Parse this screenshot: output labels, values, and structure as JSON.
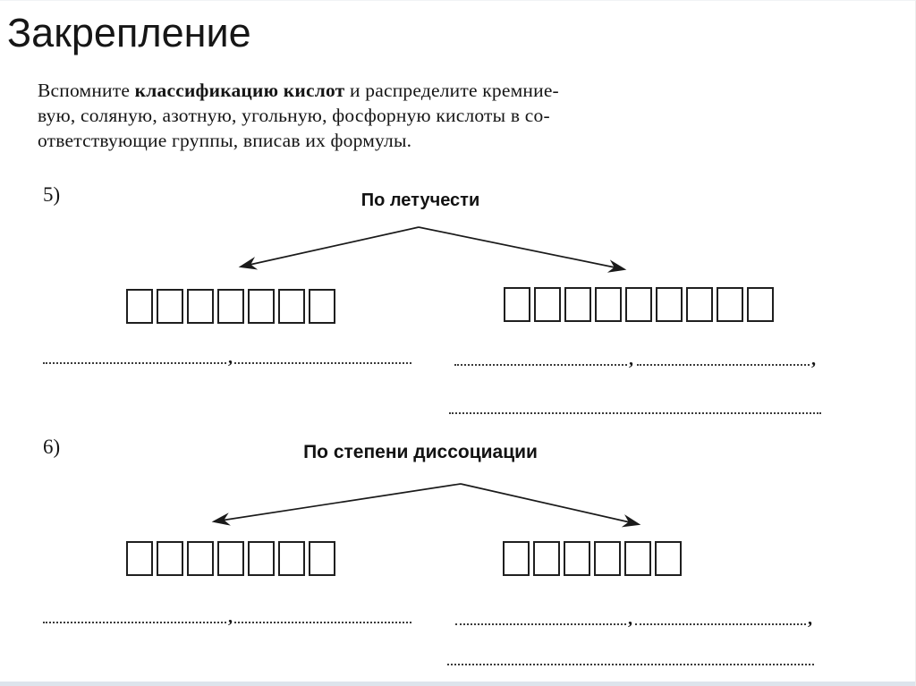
{
  "slide": {
    "title": "Закрепление",
    "ink_color": "#1a1a1a",
    "footer_strip_color": "#dde4ec"
  },
  "task": {
    "line1_prefix": "Вспомните ",
    "line1_bold": "классификацию кислот",
    "line1_suffix": " и распределите кремние-",
    "line2": "вую, соляную, азотную, угольную, фосфорную кислоты в со-",
    "line3": "ответствующие группы, вписав их формулы."
  },
  "punctuation": {
    "comma": ","
  },
  "sections": [
    {
      "number": "5)",
      "heading": "По летучести",
      "left_box_count": 7,
      "right_box_count": 9
    },
    {
      "number": "6)",
      "heading": "По степени диссоциации",
      "left_box_count": 7,
      "right_box_count": 6
    }
  ]
}
